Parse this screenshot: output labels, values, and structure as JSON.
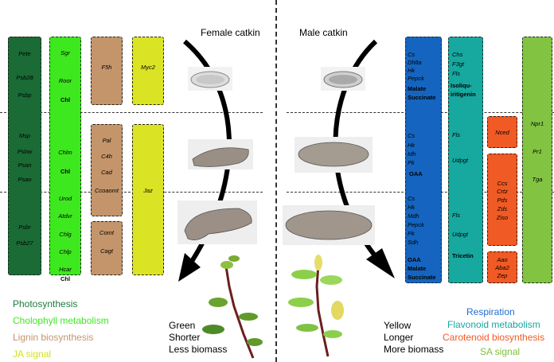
{
  "female_title": "Female catkin",
  "male_title": "Male catkin",
  "female_columns": [
    {
      "id": "photo",
      "genes": [
        "Pete",
        "Psb28",
        "Psbp",
        "Msp",
        "Psbw",
        "Psan",
        "Psao",
        "Psbr",
        "Psb27"
      ]
    },
    {
      "id": "chl",
      "genes": [
        "Sgr",
        "Roor",
        "Chl",
        "Chlm",
        "Chl",
        "Urod",
        "Atdvr",
        "Chlg",
        "Chlp",
        "Hcar",
        "Chl"
      ]
    },
    {
      "id": "lignin",
      "boxes": [
        [
          "F5h"
        ],
        [
          "Pal",
          "C4h",
          "Cad",
          "Ccoaomt"
        ],
        [
          "Comt",
          "Cagt"
        ]
      ]
    },
    {
      "id": "ja",
      "boxes": [
        [
          "Myc2"
        ],
        [
          "Jaz"
        ]
      ]
    }
  ],
  "male_columns": [
    {
      "id": "resp",
      "genes": [
        "Cs",
        "Dhlta",
        "Hk",
        "Pepck",
        "Malate",
        "Succinate",
        "Cs",
        "Hk",
        "Idh",
        "Pk",
        "OAA",
        "Cs",
        "Hk",
        "Mdh",
        "Pepck",
        "Pk",
        "Sdh",
        "OAA",
        "Malate",
        "Succinate"
      ]
    },
    {
      "id": "flav",
      "genes": [
        "Chs",
        "F3gt",
        "Fls",
        "Isoliqu-",
        "iritigenin",
        "Fls",
        "Udpgt",
        "Fls",
        "Udpgt",
        "Tricetin"
      ]
    },
    {
      "id": "carot",
      "boxes": [
        [
          "Nced"
        ],
        [
          "Ccs",
          "Crtz",
          "Pds",
          "Zds",
          "Ziso"
        ],
        [
          "Aao",
          "Aba2",
          "Zep"
        ]
      ]
    },
    {
      "id": "sa",
      "genes": [
        "Npr1",
        "Pr1",
        "Tga"
      ]
    }
  ],
  "legend_left": [
    {
      "text": "Photosynthesis",
      "color": "#1e7a3c"
    },
    {
      "text": "Cholophyll metabolism",
      "color": "#3ee81f"
    },
    {
      "text": "Lignin biosynthesis",
      "color": "#c4956b"
    },
    {
      "text": "JA signal",
      "color": "#d6e021"
    }
  ],
  "legend_right": [
    {
      "text": "Respiration",
      "color": "#1f6fd1"
    },
    {
      "text": "Flavonoid metabolism",
      "color": "#14a8a0"
    },
    {
      "text": "Carotenoid biosynthesis",
      "color": "#f05a24"
    },
    {
      "text": "SA signal",
      "color": "#7fbf3a"
    }
  ],
  "female_traits": [
    "Green",
    "Shorter",
    "Less biomass"
  ],
  "male_traits": [
    "Yellow",
    "Longer",
    "More biomass"
  ],
  "colors": {
    "photo": "#1a6b35",
    "chl": "#3ee81f",
    "lignin": "#c4956b",
    "ja": "#dbe325",
    "resp": "#1565c0",
    "flav": "#17a8a0",
    "carot": "#f05a24",
    "sa": "#82c341"
  }
}
